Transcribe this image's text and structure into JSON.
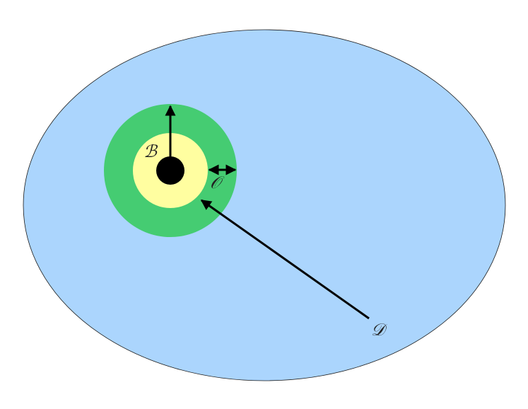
{
  "labels": {
    "b": "ℬ",
    "o": "𝒪",
    "d": "𝒟"
  },
  "colors": {
    "outer_region": "#abd5fd",
    "outer_stroke": "#1a1a1a",
    "ring": "#45cc72",
    "inner_disc": "#fffea0",
    "core": "#000000",
    "arrow": "#000000"
  }
}
